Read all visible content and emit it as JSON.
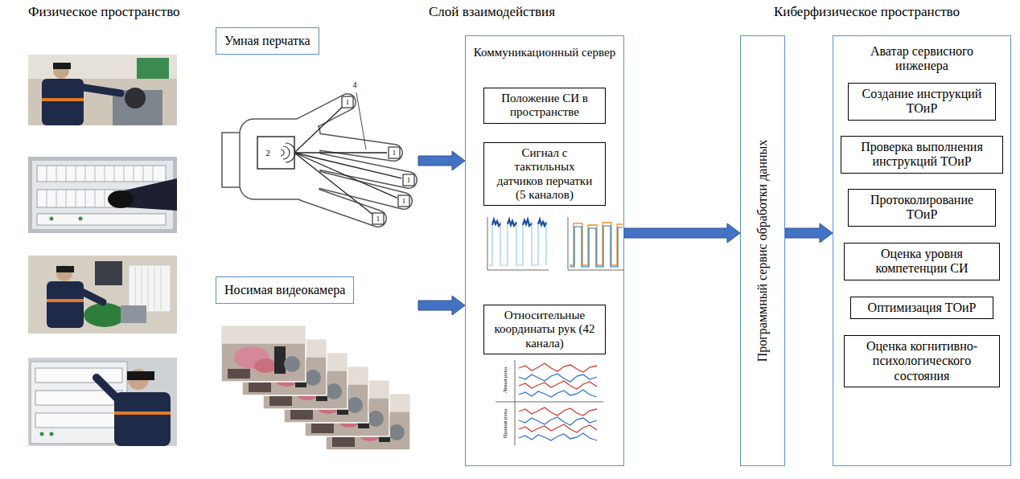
{
  "diagram": {
    "nodes": [
      {
        "text": [
          "Умная перчатка"
        ]
      },
      {
        "text": [
          "Носимая видеокамера"
        ]
      },
      {
        "text": [
          "Коммуникационный сервер"
        ]
      },
      {
        "text": [
          "Положение СИ в пространстве"
        ],
        "in": 2
      },
      {
        "text": [
          "Сигнал с тактильных датчиков перчатки (5 каналов)"
        ],
        "in": 2
      },
      {
        "text": [
          "Относительные координаты рук (42 канала)"
        ],
        "in": 2
      },
      {
        "text": [
          "Программный сервис обработки данных"
        ]
      },
      {
        "text": [
          "Аватар сервисного инженера"
        ]
      },
      {
        "text": [
          "Создание инструкций ТОиР"
        ],
        "in": 7
      },
      {
        "text": [
          "Проверка выполнения инструкций ТОиР"
        ],
        "in": 7
      },
      {
        "text": [
          "Протоколирование ТОиР"
        ],
        "in": 7
      },
      {
        "text": [
          "Оценка уровня компетенции СИ"
        ],
        "in": 7
      },
      {
        "text": [
          "Оптимизация ТОиР"
        ],
        "in": 7
      },
      {
        "text": [
          "Оценка когнитивно-психологического состояния"
        ],
        "in": 7
      }
    ],
    "edges": [
      {
        "from": 0,
        "to": 2,
        "arrow": "to"
      },
      {
        "from": 1,
        "to": 2,
        "arrow": "to"
      },
      {
        "from": 2,
        "to": 6,
        "arrow": "to"
      },
      {
        "from": 6,
        "to": 7,
        "arrow": "to"
      }
    ],
    "labels": [
      "Физическое пространство",
      "Слой взаимодействия",
      "Киберфизическое пространство",
      "1",
      "1",
      "1",
      "1",
      "1",
      "2",
      "4",
      "Левая рука",
      "Правая рука"
    ]
  }
}
